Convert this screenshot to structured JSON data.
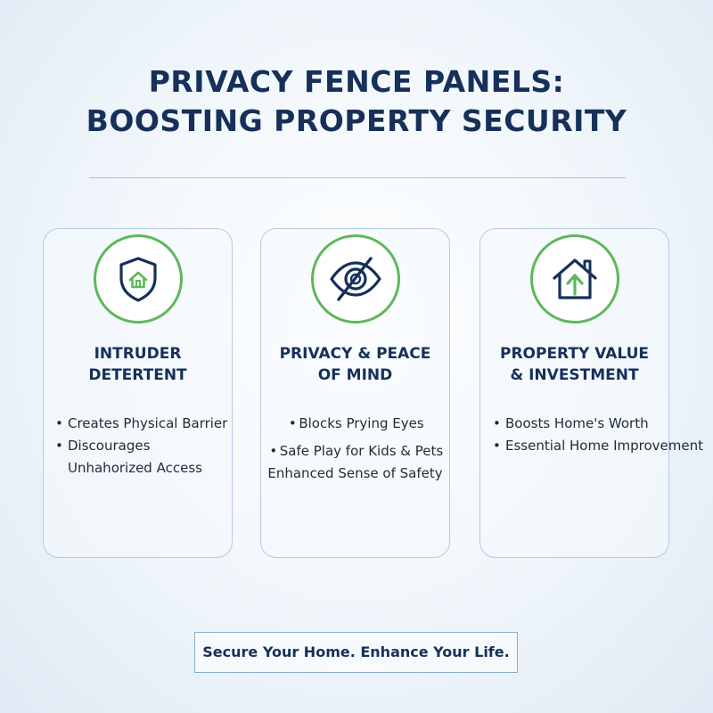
{
  "title": {
    "line1": "PRIVACY FENCE PANELS:",
    "line2": "BOOSTING PROPERTY SECURITY"
  },
  "colors": {
    "navy": "#16305a",
    "green_ring": "#5eb85a",
    "card_border": "#b3cbe3"
  },
  "cards": [
    {
      "icon": "shield-home-icon",
      "title_line1": "INTRUDER",
      "title_line2": "DETERTENT",
      "bullets": [
        "Creates Physical Barrier",
        "Discourages",
        "Unhahorized Access"
      ]
    },
    {
      "icon": "eye-slash-icon",
      "title_line1": "PRIVACY & PEACE",
      "title_line2": "OF MIND",
      "bullets": [
        "Blocks Prying Eyes",
        "Safe Play for Kids & Pets",
        "Enhanced Sense of Safety"
      ]
    },
    {
      "icon": "house-arrow-up-icon",
      "title_line1": "PROPERTY VALUE",
      "title_line2": "& INVESTMENT",
      "bullets": [
        "Boosts Home's Worth",
        "Essential Home Improvement"
      ]
    }
  ],
  "cta": {
    "label": "Secure Your Home. Enhance Your Life."
  }
}
